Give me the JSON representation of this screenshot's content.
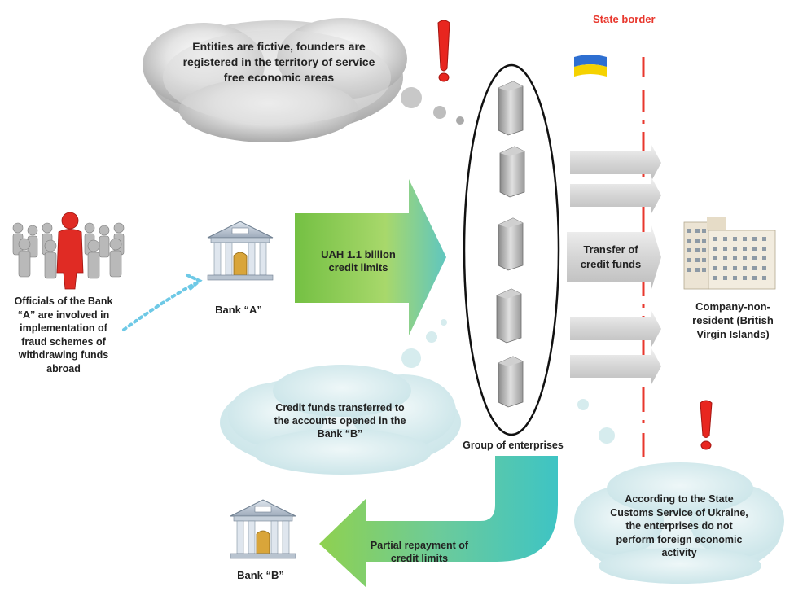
{
  "state_border": "State border",
  "cloud_fictive": "Entities are fictive, founders are registered in the territory of service free economic areas",
  "officials": {
    "lines": [
      "Officials of the Bank",
      "“A” are involved in",
      "implementation of",
      "fraud schemes of",
      "withdrawing funds",
      "abroad"
    ]
  },
  "bank_a": "Bank “A”",
  "bank_b": "Bank “B”",
  "arrow_credit": {
    "lines": [
      "UAH 1.1 billion",
      "credit limits"
    ]
  },
  "transfer": {
    "lines": [
      "Transfer of",
      "credit funds"
    ]
  },
  "company": {
    "lines": [
      "Company-non-",
      "resident (British",
      "Virgin Islands)"
    ]
  },
  "cloud_credit_funds": {
    "lines": [
      "Credit funds transferred to",
      "the accounts opened in the",
      "Bank “B”"
    ]
  },
  "group_label": "Group of enterprises",
  "repayment": {
    "lines": [
      "Partial repayment of",
      "credit limits"
    ]
  },
  "cloud_customs": {
    "lines": [
      "According to the State",
      "Customs Service of Ukraine,",
      "the enterprises do not",
      "perform foreign economic",
      "activity"
    ]
  },
  "colors": {
    "border_red": "#e8372d",
    "arrow_green_dark": "#79c142",
    "arrow_teal": "#4ec8b8",
    "cloud_gray": "#d7d7d7",
    "cloud_blue": "#d6ecee",
    "flag_blue": "#2e6fd1",
    "flag_yellow": "#f5d200"
  }
}
